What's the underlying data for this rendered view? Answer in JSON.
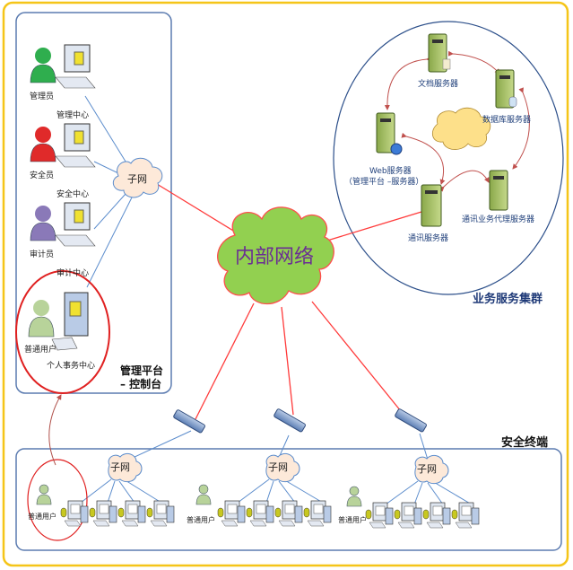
{
  "colors": {
    "outer_frame": "#f5c518",
    "panel_border": "#5b7bb0",
    "wan_link": "#ff3b3b",
    "lan_link": "#5b8ccc",
    "core_cloud": "#92d050",
    "subnet_cloud": "#fde9d9",
    "cluster_cloud": "#fde08a",
    "highlight_ring": "#e02020",
    "server_arrow": "#c0504d"
  },
  "core_network": {
    "label": "内部网络"
  },
  "management_panel": {
    "title_line1": "管理平台",
    "title_line2": "– 控制台",
    "subnet_label": "子网",
    "stations": [
      {
        "role": "管理员",
        "center": "管理中心",
        "person_color": "#2fae4e"
      },
      {
        "role": "安全员",
        "center": "安全中心",
        "person_color": "#e02a2a"
      },
      {
        "role": "审计员",
        "center": "审计中心",
        "person_color": "#8a79b8"
      },
      {
        "role": "普通用户",
        "center": "个人事务中心",
        "person_color": "#b8d39a"
      }
    ]
  },
  "server_cluster": {
    "title": "业务服务集群",
    "servers": [
      {
        "name": "文档服务器"
      },
      {
        "name": "数据库服务器"
      },
      {
        "name": "Web服务器",
        "sub": "（管理平台 –服务器）"
      },
      {
        "name": "通讯服务器"
      },
      {
        "name": "通讯业务代理服务器"
      }
    ]
  },
  "terminals_panel": {
    "title": "安全终端",
    "groups": [
      {
        "subnet_label": "子网",
        "user_label": "普通用户",
        "pc_count": 4
      },
      {
        "subnet_label": "子网",
        "user_label": "普通用户",
        "pc_count": 4
      },
      {
        "subnet_label": "子网",
        "user_label": "普通用户",
        "pc_count": 4
      }
    ]
  }
}
